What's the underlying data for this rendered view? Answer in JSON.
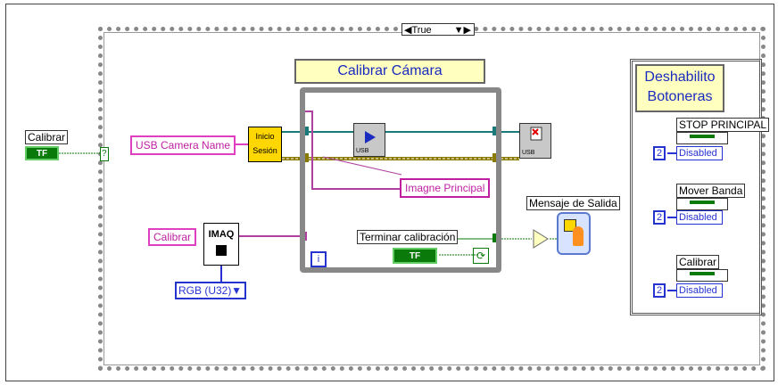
{
  "case_structure": {
    "selector_value": "True",
    "left_arrow": "◀",
    "right_arrow": "▼▶"
  },
  "inputs": {
    "calibrar_control_label": "Calibrar",
    "bool_control_text": "TF",
    "question_terminal": "?"
  },
  "calibrar_camara_title": "Calibrar Cámara",
  "usb_camera_name": "USB Camera Name",
  "inicio_sesion": {
    "line1": "Inicio",
    "line2": "Sesión"
  },
  "imagne_principal": "Imagne Principal",
  "calibrar_image_name": "Calibrar",
  "imaq_label": "IMAQ",
  "image_type": "RGB (U32)",
  "terminar_calibracion": "Terminar calibración",
  "loop_iteration": "i",
  "mensaje_salida": "Mensaje de Salida",
  "vi_usb_label": "USB",
  "deshabilito": {
    "title_line1": "Deshabilito",
    "title_line2": "Botoneras",
    "items": [
      {
        "label": "STOP PRINCIPAL",
        "constant": "2",
        "state": "Disabled"
      },
      {
        "label": "Mover Banda",
        "constant": "2",
        "state": "Disabled"
      },
      {
        "label": "Calibrar",
        "constant": "2",
        "state": "Disabled"
      }
    ]
  },
  "colors": {
    "boolean_wire": "#0a7a0a",
    "string_wire": "#e040c0",
    "refnum_wire": "#1a7a7a",
    "error_wire": "#8a7a00",
    "enum_wire": "#2633d0",
    "title_text": "#1a2bbf"
  }
}
